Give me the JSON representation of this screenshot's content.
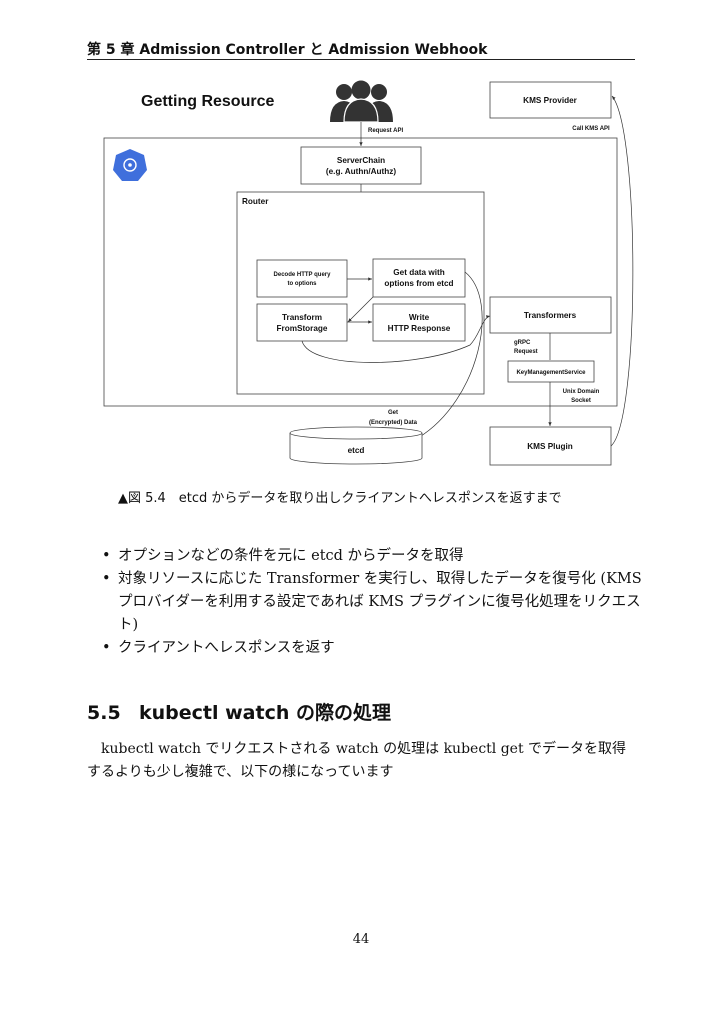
{
  "header": {
    "chapter_title": "第 5 章 Admission Controller と Admission Webhook"
  },
  "figure": {
    "title": "Getting Resource",
    "users_icon": "users-icon",
    "logo_icon": "kubernetes-logo-icon",
    "request_api": "Request API",
    "kms_provider": "KMS Provider",
    "call_kms_api": "Call KMS API",
    "serverchain_line1": "ServerChain",
    "serverchain_line2": "(e.g. Authn/Authz)",
    "router": "Router",
    "decode_line1": "Decode HTTP query",
    "decode_line2": "to options",
    "getdata_line1": "Get data with",
    "getdata_line2": "options from etcd",
    "transform_line1": "Transform",
    "transform_line2": "FromStorage",
    "write_line1": "Write",
    "write_line2": "HTTP Response",
    "transformers": "Transformers",
    "grpc_line1": "gRPC",
    "grpc_line2": "Request",
    "kms_service": "KeyManagementService",
    "unix_line1": "Unix Domain",
    "unix_line2": "Socket",
    "get_line1": "Get",
    "get_line2": "(Encrypted) Data",
    "etcd": "etcd",
    "kms_plugin": "KMS Plugin"
  },
  "caption": "▲図 5.4　etcd からデータを取り出しクライアントへレスポンスを返すまで",
  "bullets": [
    "オプションなどの条件を元に etcd からデータを取得",
    "対象リソースに応じた Transformer を実行し、取得したデータを復号化 (KMS プロバイダーを利用する設定であれば KMS プラグインに復号化処理をリクエスト)",
    "クライアントへレスポンスを返す"
  ],
  "section": {
    "number": "5.5",
    "title": "kubectl watch の際の処理"
  },
  "paragraph": "kubectl watch でリクエストされる watch の処理は kubectl get でデータを取得するよりも少し複雑で、以下の様になっています",
  "page_number": "44"
}
